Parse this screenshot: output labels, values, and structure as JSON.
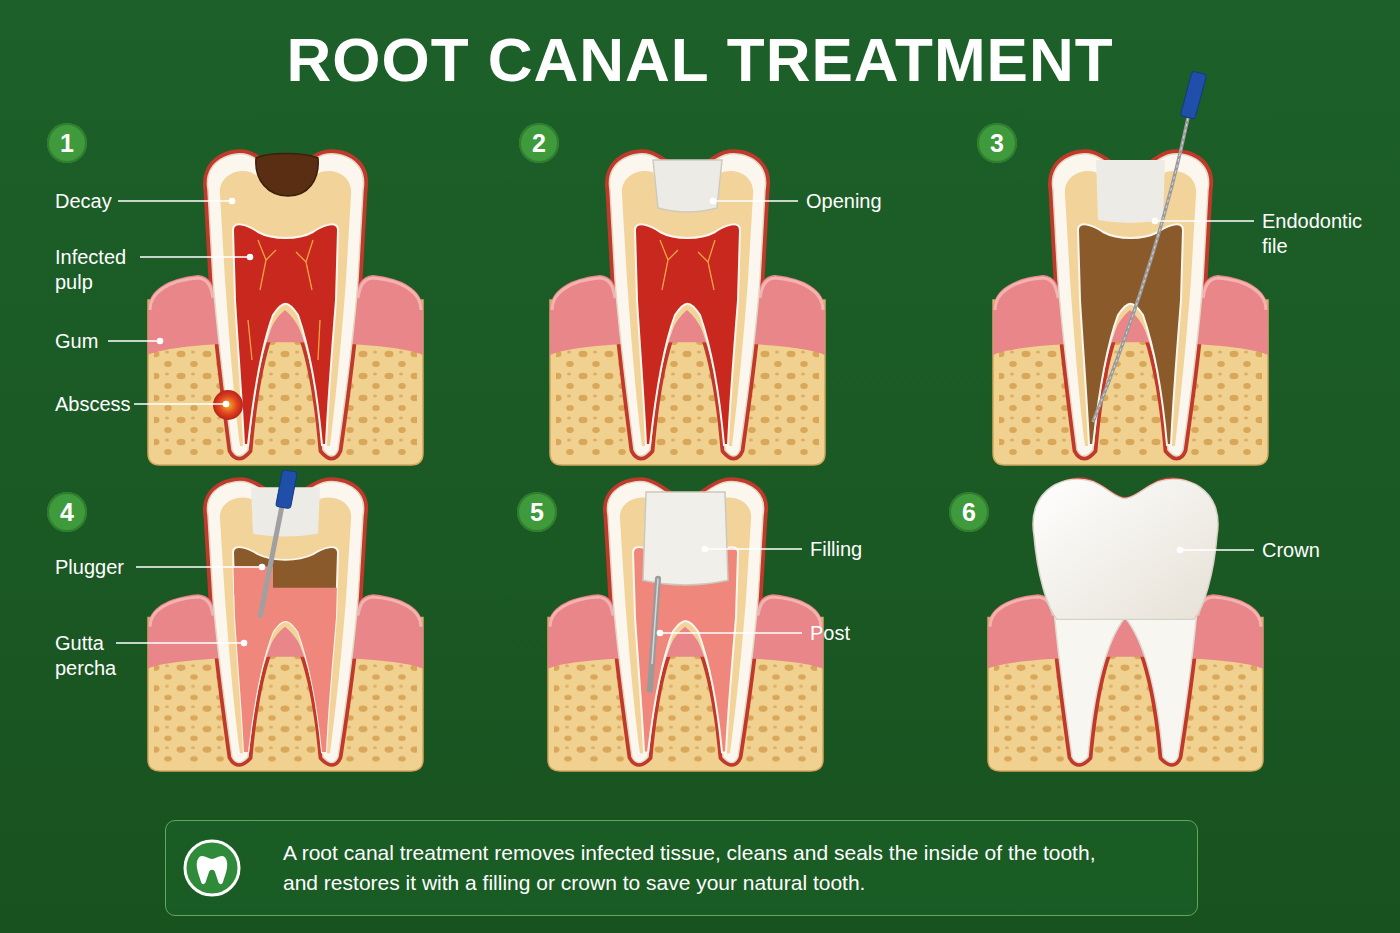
{
  "diagram": {
    "title": "ROOT CANAL TREATMENT",
    "caption": "A root canal treatment removes infected tissue, cleans and seals the inside of the tooth, and restores it with a filling or crown to save your natural tooth.",
    "nodes": [
      {
        "text": [
          "1"
        ]
      },
      {
        "text": [
          "2"
        ]
      },
      {
        "text": [
          "3"
        ]
      },
      {
        "text": [
          "4"
        ]
      },
      {
        "text": [
          "5"
        ]
      },
      {
        "text": [
          "6"
        ]
      }
    ],
    "labels": [
      "Decay",
      "Infected pulp",
      "Gum",
      "Abscess",
      "Opening",
      "Endodontic file",
      "Plugger",
      "Gutta percha",
      "Filling",
      "Post",
      "Crown"
    ]
  }
}
